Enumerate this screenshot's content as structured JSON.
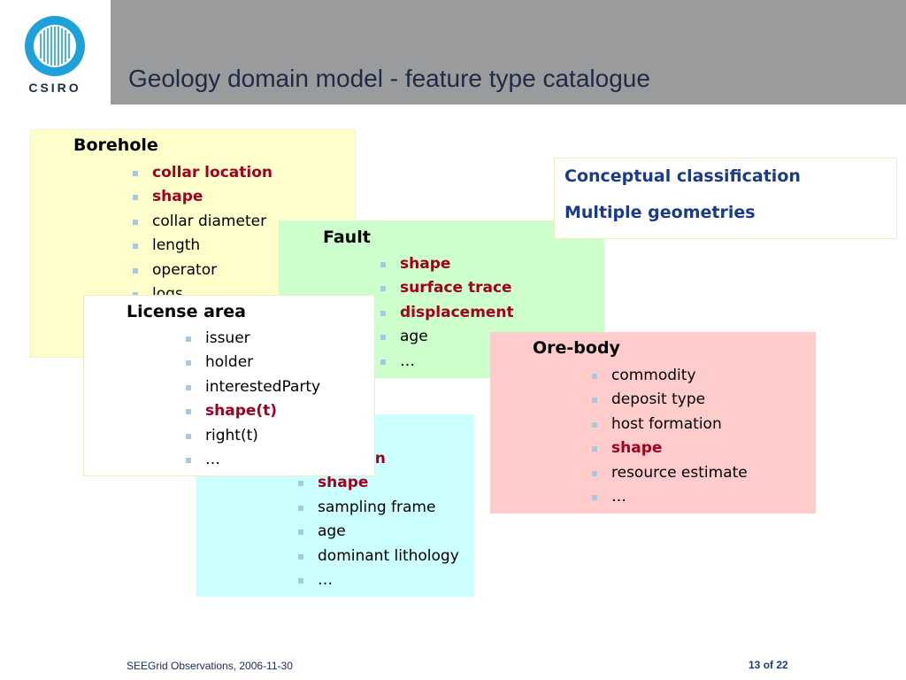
{
  "logo": {
    "text": "CSIRO"
  },
  "title": "Geology domain model - feature type catalogue",
  "colors": {
    "header": "#9a9b9d",
    "key_attribute": "#a3001f",
    "borehole_fill": "#ffffcc",
    "fault_fill": "#ccffcc",
    "sample_fill": "#ccffff",
    "orebody_fill": "#ffcccc",
    "note_text": "#1a3a8a",
    "bullet": "#a6c8e0"
  },
  "borehole": {
    "heading": "Borehole",
    "items": [
      {
        "text": "collar location",
        "key": true
      },
      {
        "text": "shape",
        "key": true
      },
      {
        "text": "collar diameter",
        "key": false
      },
      {
        "text": "length",
        "key": false
      },
      {
        "text": "operator",
        "key": false
      },
      {
        "text": "logs",
        "key": false
      }
    ]
  },
  "fault": {
    "heading": "Fault",
    "items": [
      {
        "text": "shape",
        "key": true
      },
      {
        "text": "surface trace",
        "key": true
      },
      {
        "text": "displacement",
        "key": true
      },
      {
        "text": "age",
        "key": false
      },
      {
        "text": "…",
        "key": false
      }
    ]
  },
  "sample": {
    "items": [
      {
        "text": "location",
        "key": true
      },
      {
        "text": "shape",
        "key": true
      },
      {
        "text": "sampling frame",
        "key": false
      },
      {
        "text": "age",
        "key": false
      },
      {
        "text": "dominant lithology",
        "key": false
      },
      {
        "text": "…",
        "key": false
      }
    ]
  },
  "license_area": {
    "heading": "License area",
    "items": [
      {
        "text": "issuer",
        "key": false
      },
      {
        "text": "holder",
        "key": false
      },
      {
        "text": "interestedParty",
        "key": false
      },
      {
        "text": "shape(t)",
        "key": true
      },
      {
        "text": "right(t)",
        "key": false
      },
      {
        "text": "…",
        "key": false
      }
    ]
  },
  "ore_body": {
    "heading": "Ore-body",
    "items": [
      {
        "text": "commodity",
        "key": false
      },
      {
        "text": "deposit type",
        "key": false
      },
      {
        "text": "host formation",
        "key": false
      },
      {
        "text": "shape",
        "key": true
      },
      {
        "text": "resource estimate",
        "key": false
      },
      {
        "text": "…",
        "key": false
      }
    ]
  },
  "note": {
    "line1": "Conceptual classification",
    "line2": "Multiple geometries"
  },
  "footer": {
    "text": "SEEGrid Observations, 2006-11-30",
    "page_current": "13",
    "page_of": "of",
    "page_total": "22"
  }
}
